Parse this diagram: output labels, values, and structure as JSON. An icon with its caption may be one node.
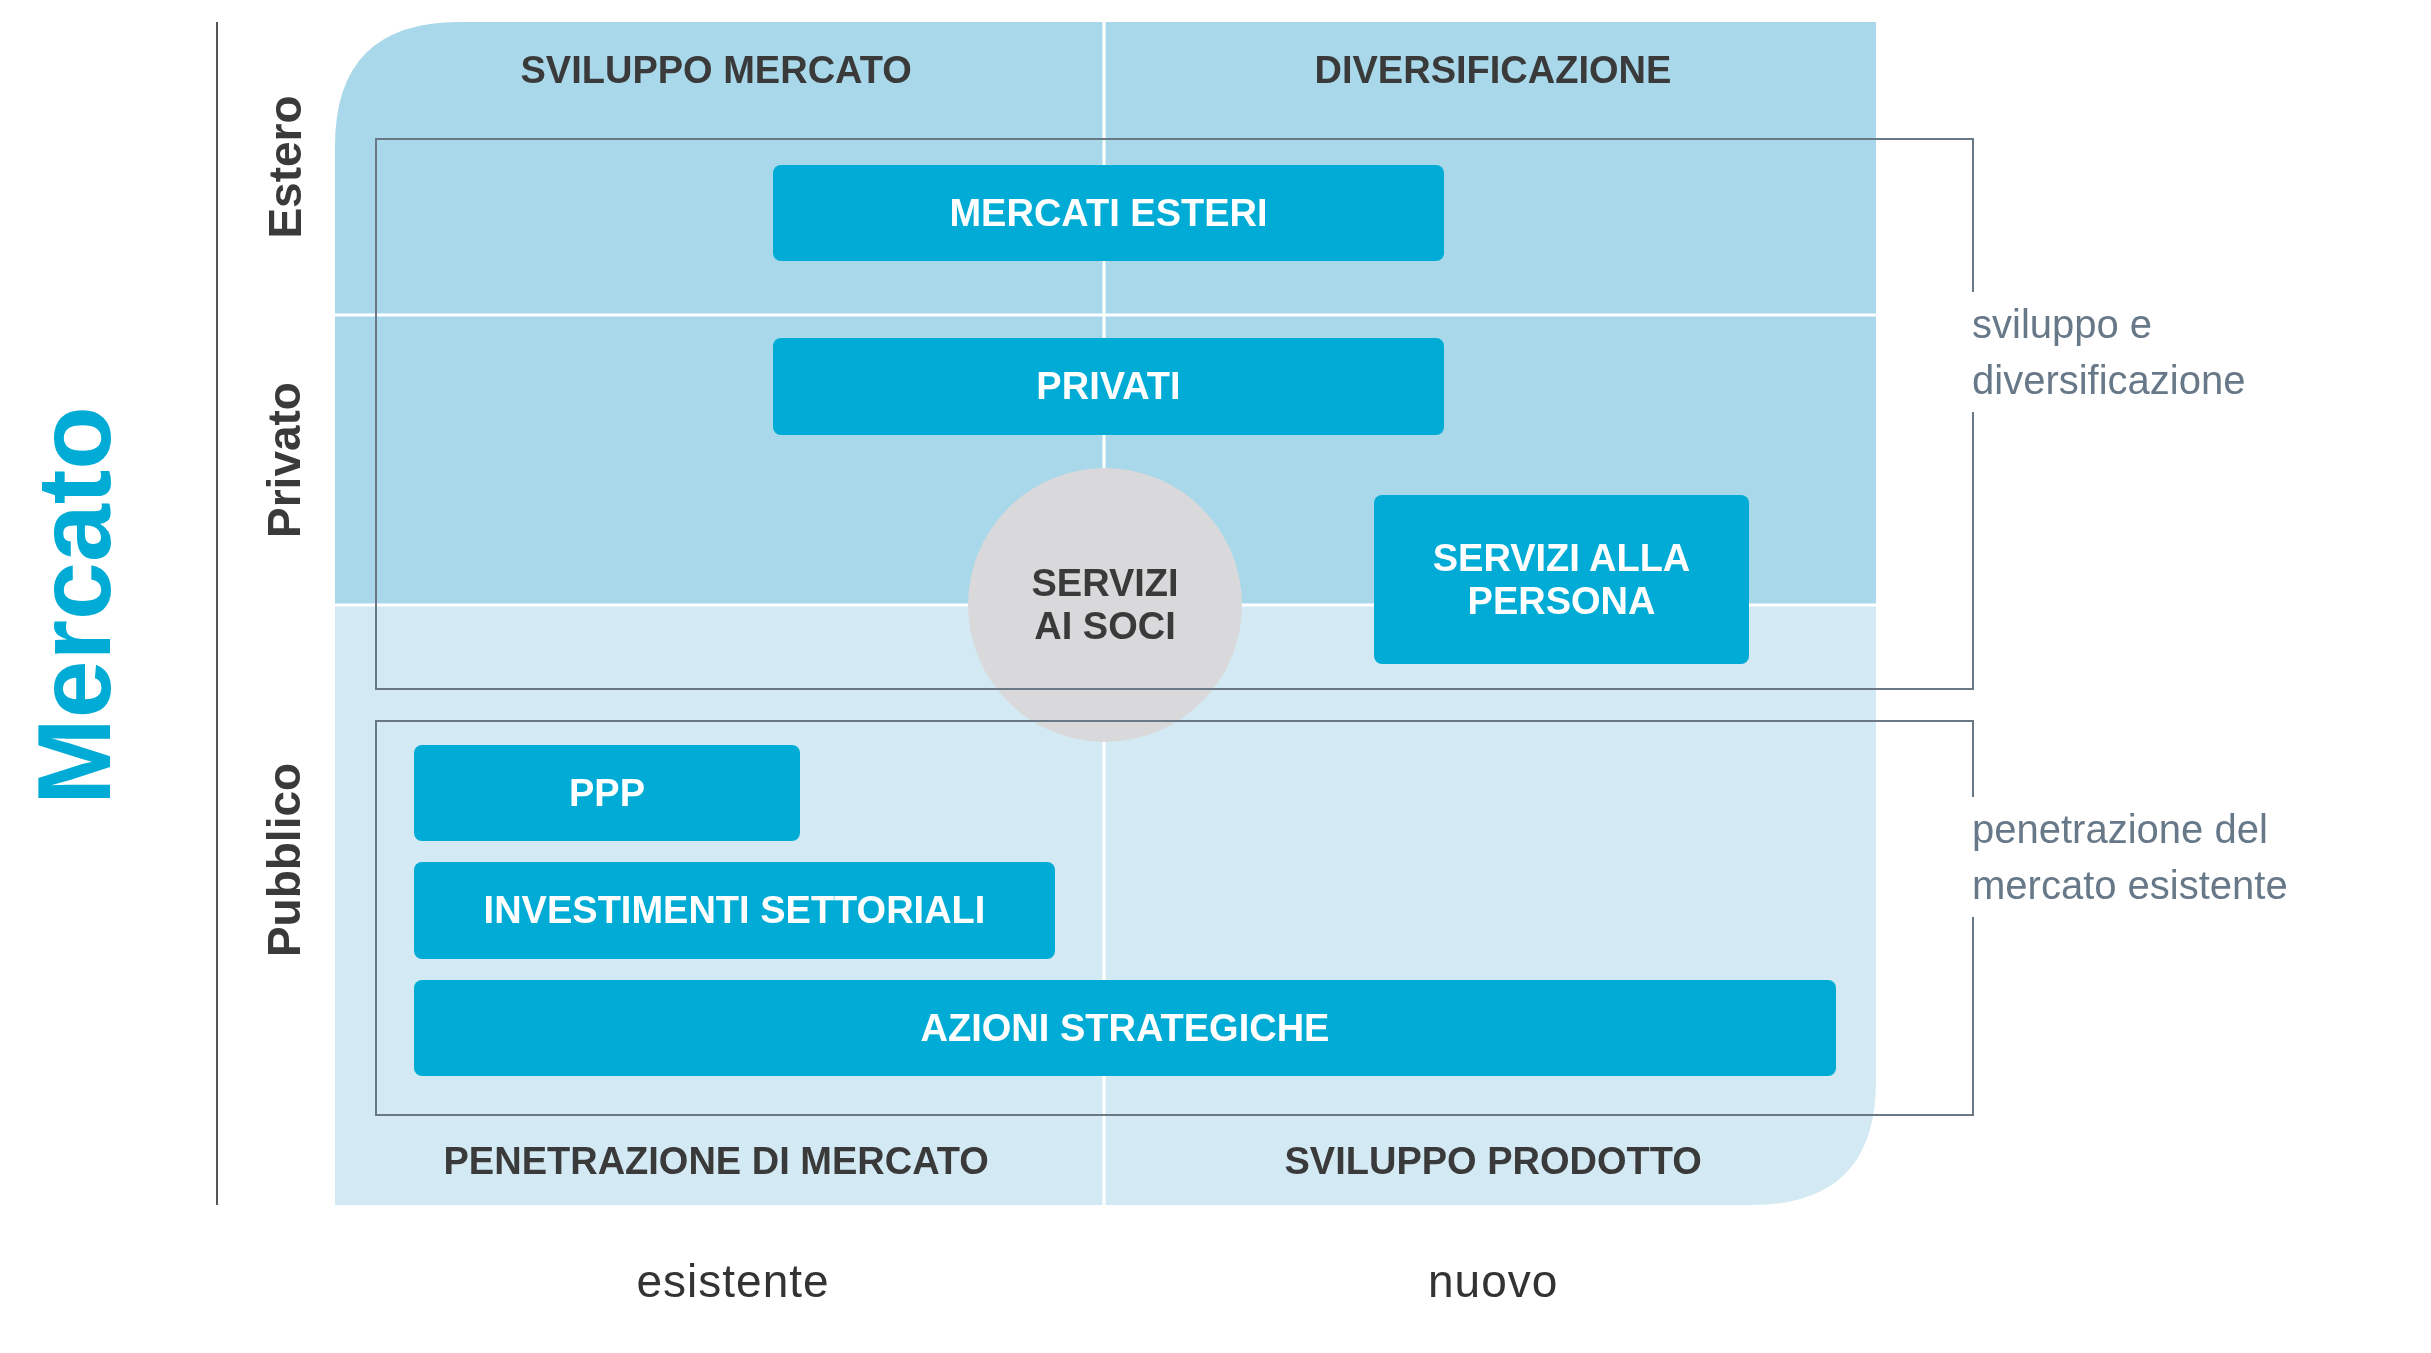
{
  "diagram": {
    "nodes": [
      {
        "text": [
          "sviluppo e diversificazione"
        ]
      },
      {
        "text": [
          "MERCATI ESTERI"
        ],
        "in": 0
      },
      {
        "text": [
          "PRIVATI"
        ],
        "in": 0
      },
      {
        "text": [
          "SERVIZI ALLA PERSONA"
        ],
        "in": 0
      },
      {
        "text": [
          "penetrazione del mercato esistente"
        ]
      },
      {
        "text": [
          "PPP"
        ],
        "in": 4
      },
      {
        "text": [
          "INVESTIMENTI SETTORIALI"
        ],
        "in": 4
      },
      {
        "text": [
          "AZIONI STRATEGICHE"
        ],
        "in": 4
      },
      {
        "text": [
          "SERVIZI AI SOCI"
        ]
      }
    ],
    "labels": [
      "SVILUPPO MERCATO",
      "DIVERSIFICAZIONE",
      "Mercato",
      "Estero",
      "Privato",
      "Pubblico",
      "PENETRAZIONE DI MERCATO",
      "SVILUPPO PRODOTTO",
      "esistente",
      "nuovo"
    ]
  }
}
